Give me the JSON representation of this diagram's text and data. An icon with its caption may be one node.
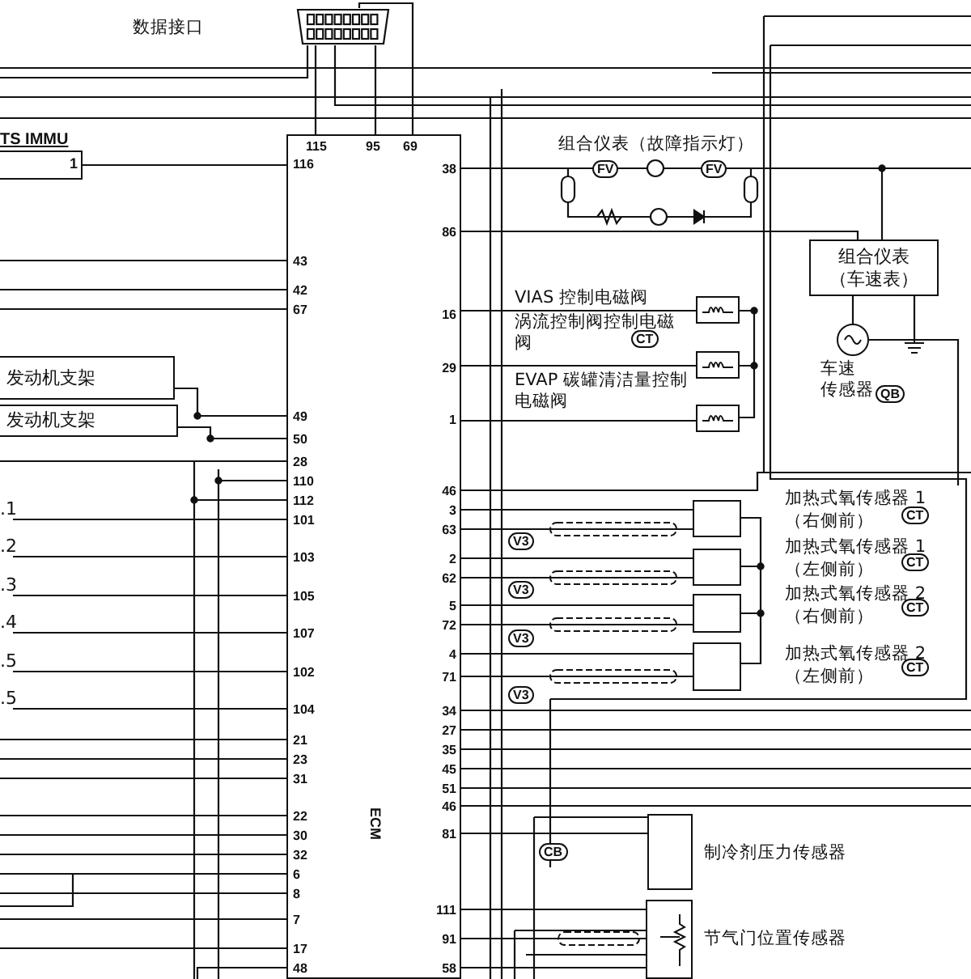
{
  "diagram": {
    "nodes": [
      {
        "text": [],
        "shape": "box"
      },
      {
        "text": [
          "ECM"
        ]
      },
      {
        "text": [
          "TS IMMU",
          "1"
        ]
      },
      {
        "text": [
          "发动机支架"
        ]
      },
      {
        "text": [
          "发动机支架"
        ]
      },
      {
        "text": [
          ".1"
        ]
      },
      {
        "text": [
          ".2"
        ]
      },
      {
        "text": [
          ".3"
        ]
      },
      {
        "text": [
          ".4"
        ]
      },
      {
        "text": [
          ".5"
        ]
      },
      {
        "text": [
          ".5"
        ]
      },
      {
        "text": [
          "组合仪表（故障指示灯）"
        ]
      },
      {
        "text": [],
        "shape": "box",
        "beside": [
          "VIAS 控制电磁阀"
        ]
      },
      {
        "text": [],
        "shape": "box",
        "beside": [
          "涡流控制阀控制电磁阀"
        ]
      },
      {
        "text": [],
        "shape": "box",
        "beside": [
          "EVAP 碳罐清洁量控制电磁阀"
        ]
      },
      {
        "text": [
          "组合仪表（车速表）"
        ]
      },
      {
        "text": [],
        "shape": "circle",
        "beside": [
          "车速",
          "传感器"
        ]
      },
      {
        "text": [],
        "shape": "box",
        "beside": [
          "加热式氧传感器 1",
          "（右侧前）"
        ]
      },
      {
        "text": [],
        "shape": "box",
        "beside": [
          "加热式氧传感器 1",
          "（左侧前）"
        ]
      },
      {
        "text": [],
        "shape": "box",
        "beside": [
          "加热式氧传感器 2",
          "（右侧前）"
        ]
      },
      {
        "text": [],
        "shape": "box",
        "beside": [
          "加热式氧传感器 2",
          "（左侧前）"
        ]
      },
      {
        "text": [],
        "shape": "box",
        "beside": [
          "制冷剂压力传感器"
        ]
      },
      {
        "text": [],
        "shape": "box",
        "beside": [
          "节气门位置传感器"
        ]
      }
    ],
    "edges": [
      {
        "from": 0,
        "to": 1,
        "arrow": "none"
      },
      {
        "from": 0,
        "to": 1,
        "arrow": "none"
      },
      {
        "from": 0,
        "to": 1,
        "arrow": "none"
      },
      {
        "from": 2,
        "to": 1,
        "arrow": "none"
      },
      {
        "from": 3,
        "to": 1,
        "arrow": "none"
      },
      {
        "from": 4,
        "to": 1,
        "arrow": "none"
      },
      {
        "from": 5,
        "to": 1,
        "arrow": "none"
      },
      {
        "from": 6,
        "to": 1,
        "arrow": "none"
      },
      {
        "from": 7,
        "to": 1,
        "arrow": "none"
      },
      {
        "from": 8,
        "to": 1,
        "arrow": "none"
      },
      {
        "from": 9,
        "to": 1,
        "arrow": "none"
      },
      {
        "from": 10,
        "to": 1,
        "arrow": "none"
      },
      {
        "from": 1,
        "to": 11,
        "arrow": "none"
      },
      {
        "from": 1,
        "to": 15,
        "arrow": "none"
      },
      {
        "from": 1,
        "to": 12,
        "arrow": "none"
      },
      {
        "from": 1,
        "to": 13,
        "arrow": "none"
      },
      {
        "from": 1,
        "to": 14,
        "arrow": "none"
      },
      {
        "from": 16,
        "to": 15,
        "arrow": "none"
      },
      {
        "from": 1,
        "to": 17,
        "arrow": "none"
      },
      {
        "from": 1,
        "to": 17,
        "arrow": "none"
      },
      {
        "from": 1,
        "to": 18,
        "arrow": "none"
      },
      {
        "from": 1,
        "to": 18,
        "arrow": "none"
      },
      {
        "from": 1,
        "to": 19,
        "arrow": "none"
      },
      {
        "from": 1,
        "to": 19,
        "arrow": "none"
      },
      {
        "from": 1,
        "to": 20,
        "arrow": "none"
      },
      {
        "from": 1,
        "to": 20,
        "arrow": "none"
      },
      {
        "from": 1,
        "to": 21,
        "arrow": "none"
      },
      {
        "from": 1,
        "to": 22,
        "arrow": "none"
      },
      {
        "from": 1,
        "to": 22,
        "arrow": "none"
      },
      {
        "from": 1,
        "to": 22,
        "arrow": "none"
      },
      {
        "from": null,
        "to": 1,
        "arrow": "none"
      },
      {
        "from": null,
        "to": 1,
        "arrow": "none"
      },
      {
        "from": null,
        "to": 1,
        "arrow": "none"
      },
      {
        "from": null,
        "to": 1,
        "arrow": "none"
      },
      {
        "from": null,
        "to": 1,
        "arrow": "none"
      },
      {
        "from": null,
        "to": 1,
        "arrow": "none"
      },
      {
        "from": null,
        "to": 1,
        "arrow": "none"
      },
      {
        "from": null,
        "to": 1,
        "arrow": "none"
      },
      {
        "from": null,
        "to": 1,
        "arrow": "none"
      },
      {
        "from": null,
        "to": 1,
        "arrow": "none"
      },
      {
        "from": null,
        "to": 1,
        "arrow": "none"
      },
      {
        "from": null,
        "to": 1,
        "arrow": "none"
      },
      {
        "from": null,
        "to": 1,
        "arrow": "none"
      },
      {
        "from": null,
        "to": 1,
        "arrow": "none"
      },
      {
        "from": 1,
        "to": null,
        "arrow": "none"
      },
      {
        "from": 1,
        "to": null,
        "arrow": "none"
      },
      {
        "from": 1,
        "to": null,
        "arrow": "none"
      },
      {
        "from": 1,
        "to": null,
        "arrow": "none"
      },
      {
        "from": 1,
        "to": null,
        "arrow": "none"
      },
      {
        "from": 1,
        "to": null,
        "arrow": "none"
      },
      {
        "from": 1,
        "to": null,
        "arrow": "none"
      },
      {
        "from": 12,
        "to": 13,
        "arrow": "none"
      },
      {
        "from": 13,
        "to": 14,
        "arrow": "none"
      },
      {
        "from": 17,
        "to": 18,
        "arrow": "none"
      },
      {
        "from": 18,
        "to": 19,
        "arrow": "none"
      },
      {
        "from": 19,
        "to": 20,
        "arrow": "none"
      }
    ],
    "labels": [
      "115",
      "95",
      "69",
      "116",
      "43",
      "42",
      "67",
      "49",
      "50",
      "28",
      "110",
      "112",
      "101",
      "103",
      "105",
      "107",
      "102",
      "104",
      "21",
      "23",
      "31",
      "22",
      "30",
      "32",
      "6",
      "8",
      "7",
      "17",
      "48",
      "38",
      "86",
      "16",
      "29",
      "1",
      "46",
      "3",
      "63",
      "2",
      "62",
      "5",
      "72",
      "4",
      "71",
      "34",
      "27",
      "35",
      "45",
      "51",
      "46",
      "81",
      "111",
      "91",
      "58",
      "FV",
      "FV",
      "CT",
      "QB",
      "CT",
      "CT",
      "CT",
      "CT",
      "V3",
      "V3",
      "V3",
      "V3",
      "CB",
      "数据接口"
    ]
  }
}
